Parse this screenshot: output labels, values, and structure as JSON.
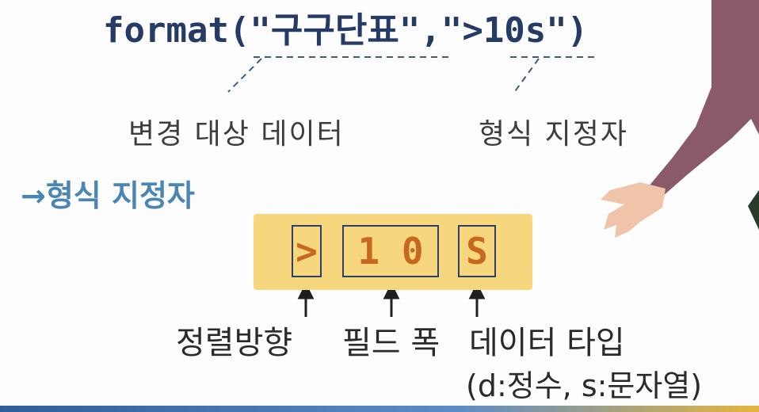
{
  "code": {
    "prefix": "format(\"",
    "target": "구구단표",
    "mid": "\",\"",
    "spec": ">10s",
    "suffix": "\")"
  },
  "labels": {
    "target_label": "변경 대상 데이터",
    "spec_label": "형식 지정자"
  },
  "section": {
    "title": "→형식 지정자"
  },
  "spec_box": {
    "cells": [
      {
        "chars": ">"
      },
      {
        "chars": "1 0"
      },
      {
        "chars": "S"
      }
    ]
  },
  "bottom_labels": {
    "align": "정렬방향",
    "width": "필드 폭",
    "type": "데이터 타입",
    "type_detail": "(d:정수, s:문자열)"
  },
  "colors": {
    "code": "#263a66",
    "section_title": "#4a86b4",
    "box_fill": "#f7d77e",
    "box_text": "#c8671f",
    "cell_border": "#2c3e6a"
  }
}
